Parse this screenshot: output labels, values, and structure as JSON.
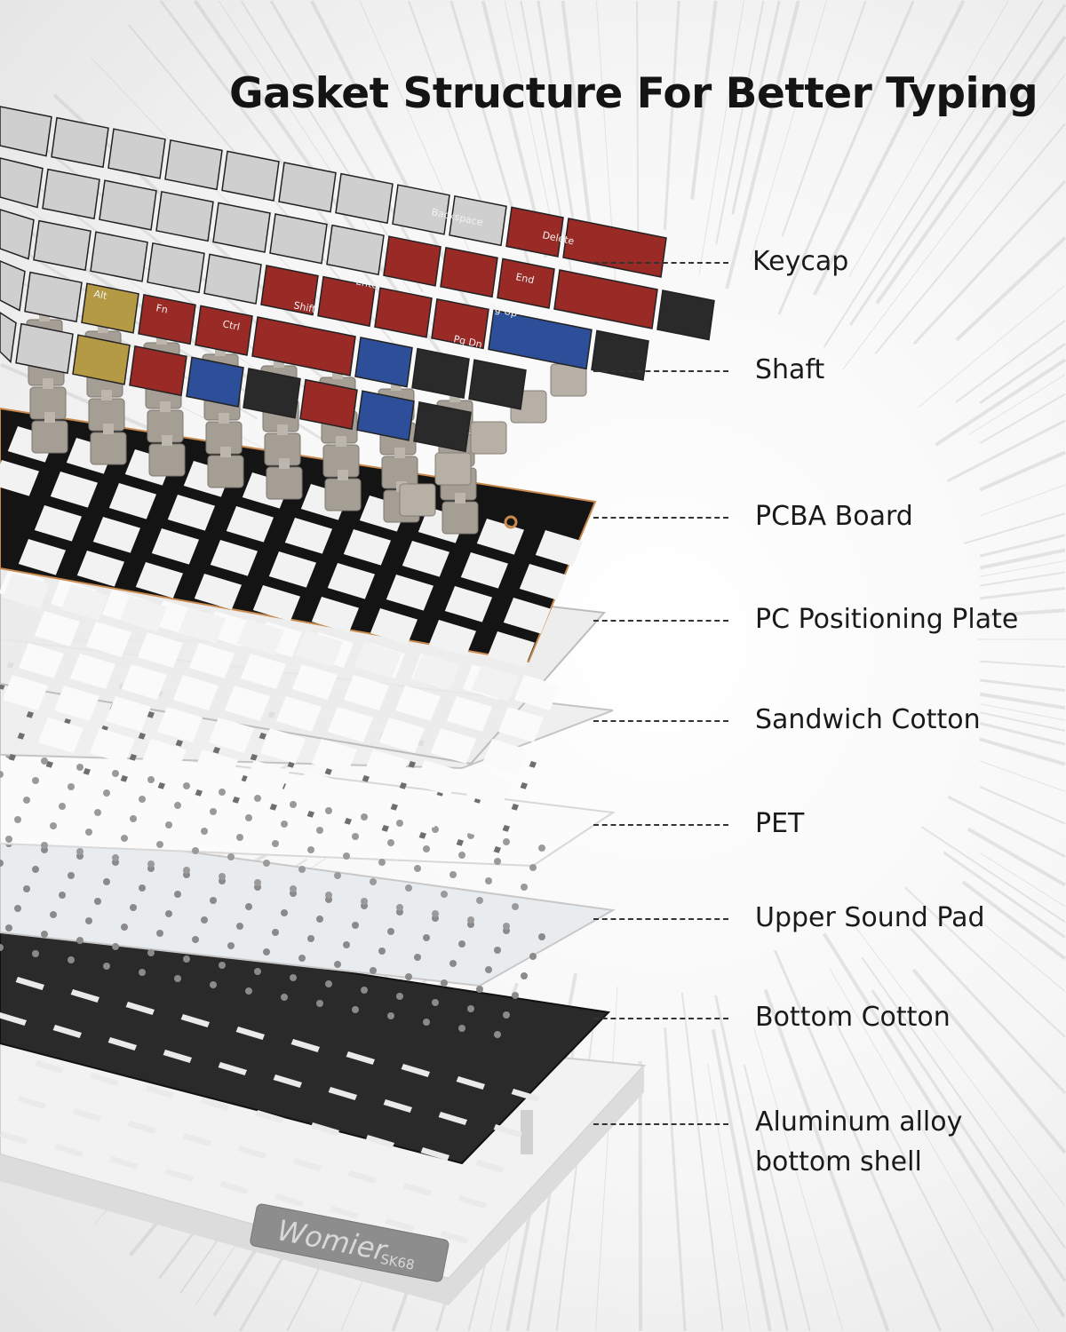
{
  "title": "Gasket Structure For Better Typing",
  "layers": [
    {
      "label": "Keycap"
    },
    {
      "label": "Shaft"
    },
    {
      "label": "PCBA Board"
    },
    {
      "label": "PC Positioning Plate"
    },
    {
      "label": "Sandwich Cotton"
    },
    {
      "label": "PET"
    },
    {
      "label": "Upper Sound Pad"
    },
    {
      "label": "Bottom Cotton"
    },
    {
      "label": "Aluminum alloy bottom shell",
      "line1": "Aluminum alloy",
      "line2": "bottom shell"
    }
  ],
  "keycap_legends": [
    "Backspace",
    "Delete",
    "End",
    "Enter",
    "Pg Up",
    "Pg Dn",
    "Shift",
    "Ctrl",
    "Fn",
    "Alt"
  ],
  "logo": {
    "brand": "Womier",
    "model": "SK68"
  },
  "colors": {
    "red": "#9a2a26",
    "blue": "#2d4f9a",
    "black": "#2a2a2a",
    "gold": "#b59a45",
    "silver": "#cfcfcf",
    "copper": "#c98a4e"
  }
}
